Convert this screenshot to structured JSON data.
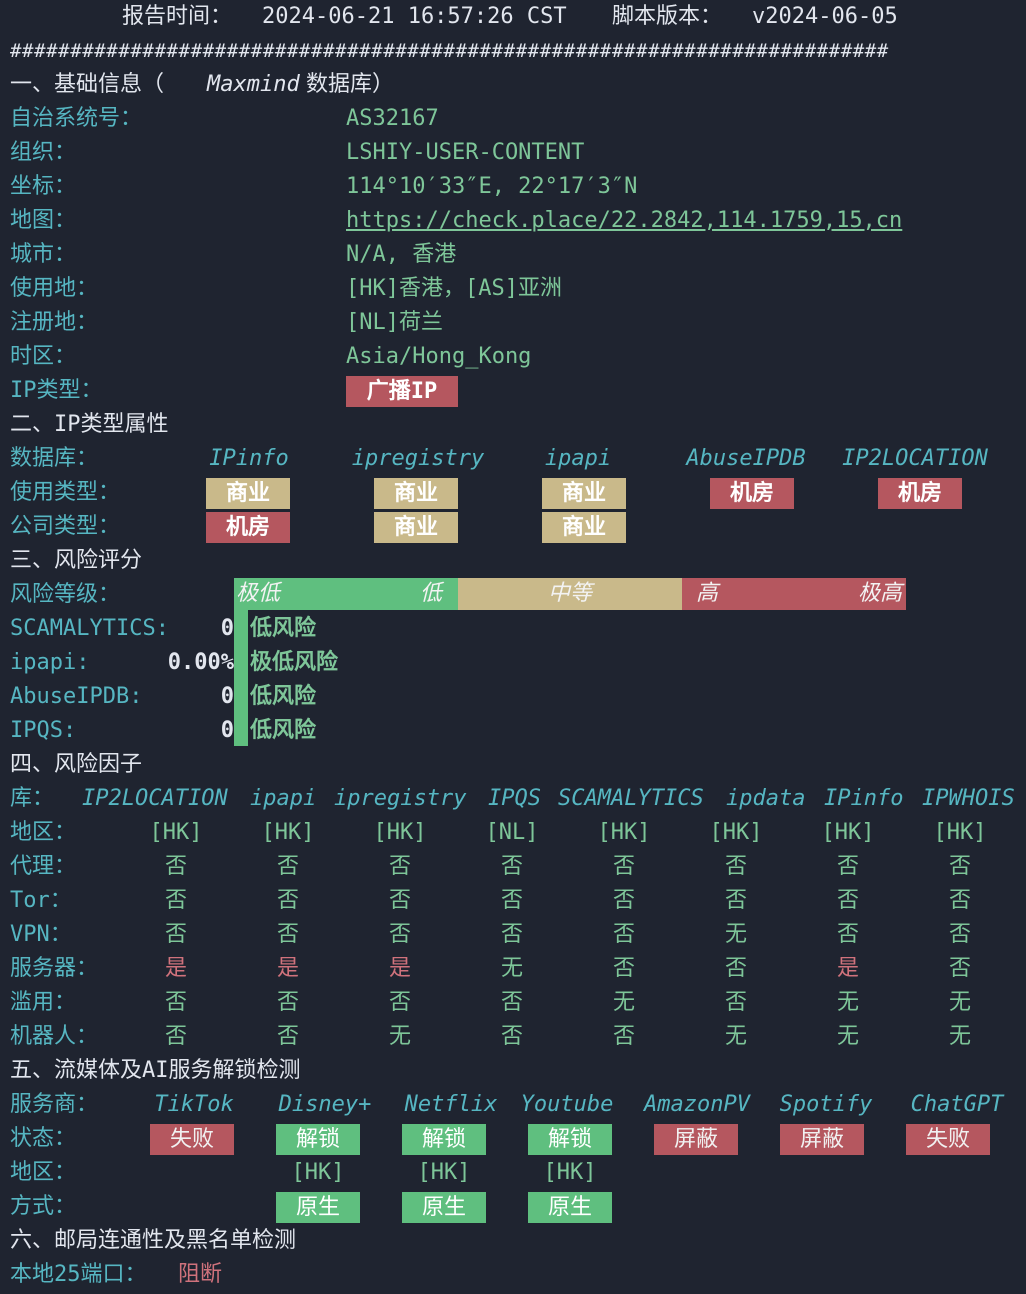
{
  "header": {
    "time_label": "报告时间：",
    "time_value": "2024-06-21 16:57:26 CST",
    "version_label": "脚本版本：",
    "version_value": "v2024-06-05"
  },
  "separator": "#########################################################################",
  "s1": {
    "title": "一、基础信息（",
    "title_db": "Maxmind",
    "title_tail": " 数据库）",
    "asn_label": "自治系统号：",
    "asn": "AS32167",
    "org_label": "组织：",
    "org": "LSHIY-USER-CONTENT",
    "coord_label": "坐标：",
    "coord": "114°10′33″E, 22°17′3″N",
    "map_label": "地图：",
    "map": "https://check.place/22.2842,114.1759,15,cn",
    "city_label": "城市：",
    "city": "N/A, 香港",
    "use_label": "使用地：",
    "use": "[HK]香港，[AS]亚洲",
    "reg_label": "注册地：",
    "reg": "[NL]荷兰",
    "tz_label": "时区：",
    "tz": "Asia/Hong_Kong",
    "iptype_label": "IP类型：",
    "iptype": "广播IP"
  },
  "s2": {
    "title": "二、IP类型属性",
    "db_label": "数据库：",
    "dbs": [
      "IPinfo",
      "ipregistry",
      "ipapi",
      "AbuseIPDB",
      "IP2LOCATION"
    ],
    "usage_label": "使用类型：",
    "usage": [
      "商业",
      "商业",
      "商业",
      "机房",
      "机房"
    ],
    "company_label": "公司类型：",
    "company": [
      "机房",
      "商业",
      "商业"
    ]
  },
  "s3": {
    "title": "三、风险评分",
    "level_label": "风险等级：",
    "levels": [
      "极低",
      "低",
      "中等",
      "高",
      "极高"
    ],
    "scores": [
      {
        "name": "SCAMALYTICS:",
        "value": "0",
        "text": "低风险"
      },
      {
        "name": "ipapi:",
        "value": "0.00%",
        "text": "极低风险"
      },
      {
        "name": "AbuseIPDB:",
        "value": "0",
        "text": "低风险"
      },
      {
        "name": "IPQS:",
        "value": "0",
        "text": "低风险"
      }
    ]
  },
  "s4": {
    "title": "四、风险因子",
    "lib_label": "库：",
    "libs": [
      "IP2LOCATION",
      "ipapi",
      "ipregistry",
      "IPQS",
      "SCAMALYTICS",
      "ipdata",
      "IPinfo",
      "IPWHOIS"
    ],
    "rows": [
      {
        "label": "地区：",
        "vals": [
          "[HK]",
          "[HK]",
          "[HK]",
          "[NL]",
          "[HK]",
          "[HK]",
          "[HK]",
          "[HK]"
        ]
      },
      {
        "label": "代理：",
        "vals": [
          "否",
          "否",
          "否",
          "否",
          "否",
          "否",
          "否",
          "否"
        ]
      },
      {
        "label": "Tor：",
        "vals": [
          "否",
          "否",
          "否",
          "否",
          "否",
          "否",
          "否",
          "否"
        ]
      },
      {
        "label": "VPN：",
        "vals": [
          "否",
          "否",
          "否",
          "否",
          "否",
          "无",
          "否",
          "否"
        ]
      },
      {
        "label": "服务器：",
        "vals": [
          "是",
          "是",
          "是",
          "无",
          "否",
          "否",
          "是",
          "否"
        ]
      },
      {
        "label": "滥用：",
        "vals": [
          "否",
          "否",
          "否",
          "否",
          "无",
          "否",
          "无",
          "无"
        ]
      },
      {
        "label": "机器人：",
        "vals": [
          "否",
          "否",
          "无",
          "否",
          "否",
          "无",
          "无",
          "无"
        ]
      }
    ],
    "colors": {
      "yes": "#d0727c",
      "no": "#7ec699"
    }
  },
  "s5": {
    "title": "五、流媒体及AI服务解锁检测",
    "svc_label": "服务商：",
    "services": [
      "TikTok",
      "Disney+",
      "Netflix",
      "Youtube",
      "AmazonPV",
      "Spotify",
      "ChatGPT"
    ],
    "status_label": "状态：",
    "status": [
      "失败",
      "解锁",
      "解锁",
      "解锁",
      "屏蔽",
      "屏蔽",
      "失败"
    ],
    "region_label": "地区：",
    "regions": [
      "",
      "[HK]",
      "[HK]",
      "[HK]",
      "",
      "",
      ""
    ],
    "method_label": "方式：",
    "methods": [
      "",
      "原生",
      "原生",
      "原生",
      "",
      "",
      ""
    ]
  },
  "s6": {
    "title": "六、邮局连通性及黑名单检测",
    "port_label": "本地25端口：",
    "port_value": "阻断"
  }
}
